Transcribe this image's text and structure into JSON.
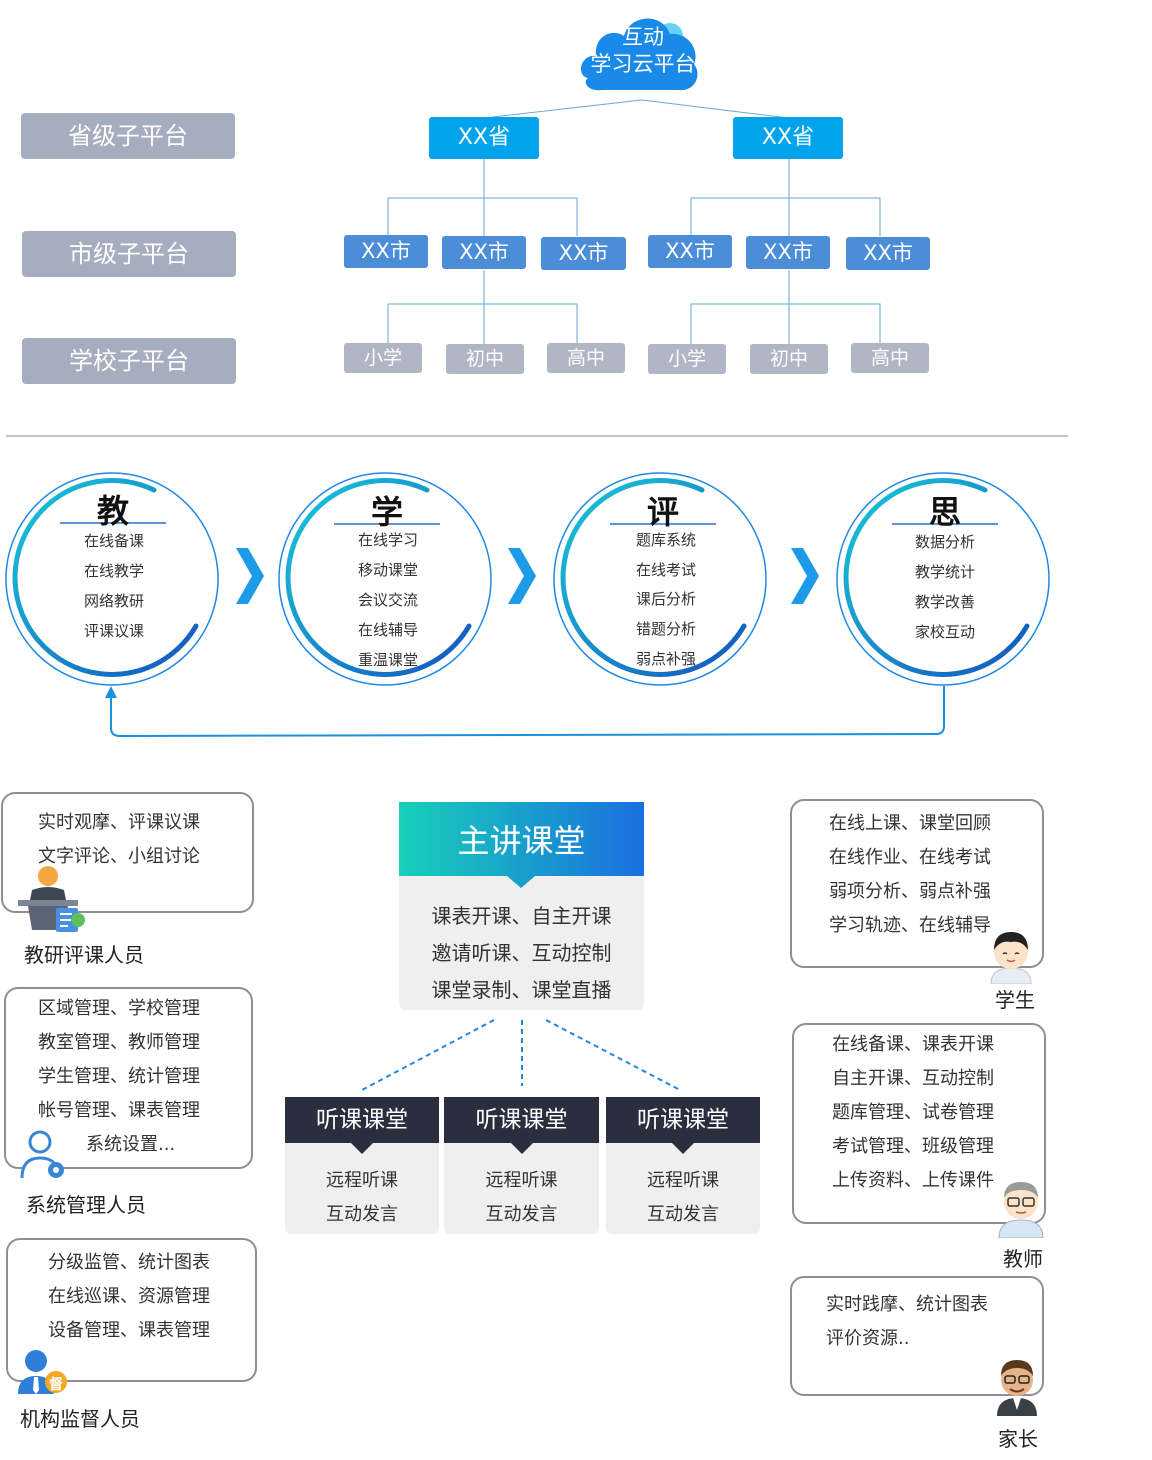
{
  "cloud": {
    "line1": "互动",
    "line2": "学习云平台"
  },
  "levels": {
    "province": "省级子平台",
    "city": "市级子平台",
    "school": "学校子平台"
  },
  "provinces": [
    "XX省",
    "XX省"
  ],
  "cities": [
    "XX市",
    "XX市",
    "XX市",
    "XX市",
    "XX市",
    "XX市"
  ],
  "schools": [
    "小学",
    "初中",
    "高中",
    "小学",
    "初中",
    "高中"
  ],
  "cycle": [
    {
      "title": "教",
      "items": [
        "在线备课",
        "在线教学",
        "网络教研",
        "评课议课"
      ]
    },
    {
      "title": "学",
      "items": [
        "在线学习",
        "移动课堂",
        "会议交流",
        "在线辅导",
        "重温课堂"
      ]
    },
    {
      "title": "评",
      "items": [
        "题库系统",
        "在线考试",
        "课后分析",
        "错题分析",
        "弱点补强"
      ]
    },
    {
      "title": "思",
      "items": [
        "数据分析",
        "教学统计",
        "教学改善",
        "家校互动"
      ]
    }
  ],
  "main_class": {
    "title": "主讲课堂",
    "lines": [
      "课表开课、自主开课",
      "邀请听课、互动控制",
      "课堂录制、课堂直播"
    ]
  },
  "listen_classes": [
    {
      "title": "听课课堂",
      "lines": [
        "远程听课",
        "互动发言"
      ]
    },
    {
      "title": "听课课堂",
      "lines": [
        "远程听课",
        "互动发言"
      ]
    },
    {
      "title": "听课课堂",
      "lines": [
        "远程听课",
        "互动发言"
      ]
    }
  ],
  "roles_left": [
    {
      "name": "教研评课人员",
      "lines": [
        "实时观摩、评课议课",
        "文字评论、小组讨论"
      ]
    },
    {
      "name": "系统管理人员",
      "lines": [
        "区域管理、学校管理",
        "教室管理、教师管理",
        "学生管理、统计管理",
        "帐号管理、课表管理",
        "系统设置..."
      ]
    },
    {
      "name": "机构监督人员",
      "lines": [
        "分级监管、统计图表",
        "在线巡课、资源管理",
        "设备管理、课表管理"
      ]
    }
  ],
  "roles_right": [
    {
      "name": "学生",
      "lines": [
        "在线上课、课堂回顾",
        "在线作业、在线考试",
        "弱项分析、弱点补强",
        "学习轨迹、在线辅导"
      ]
    },
    {
      "name": "教师",
      "lines": [
        "在线备课、课表开课",
        "自主开课、互动控制",
        "题库管理、试卷管理",
        "考试管理、班级管理",
        "上传资料、上传课件"
      ]
    },
    {
      "name": "家长",
      "lines": [
        "实时践摩、统计图表",
        "评价资源.."
      ]
    }
  ],
  "supervise_badge": "督",
  "colors": {
    "accent": "#00a3ec",
    "city": "#4b8ed7",
    "level_label": "#a6adbe",
    "dark_header": "#2b2e3f"
  }
}
